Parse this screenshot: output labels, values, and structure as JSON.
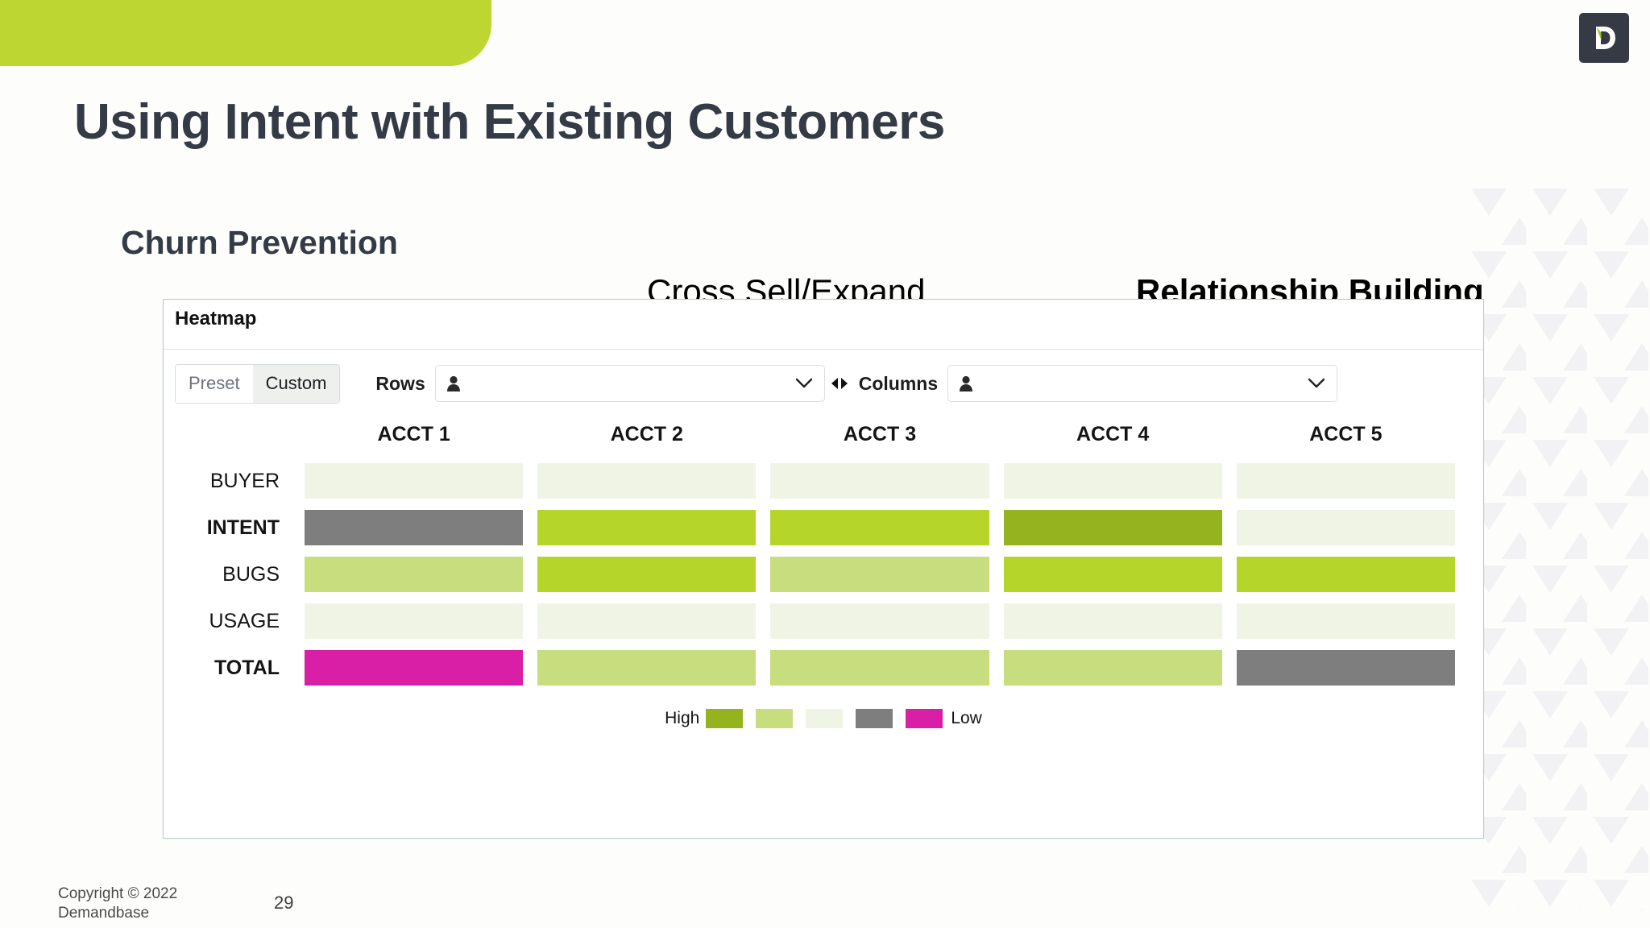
{
  "slide": {
    "title": "Using Intent with Existing Customers",
    "page_number": "29",
    "copyright": "Copyright © 2022 Demandbase",
    "brand_color": "#bdd631",
    "logo_name": "demandbase-logo"
  },
  "headings": {
    "churn": "Churn Prevention",
    "cross_sell": "Cross Sell/Expand",
    "relationship": "Relationship Building"
  },
  "panel": {
    "title": "Heatmap",
    "toggle": {
      "preset_label": "Preset",
      "custom_label": "Custom",
      "active": "Custom"
    },
    "rows_field": {
      "label": "Rows",
      "value": "",
      "icon": "person-icon"
    },
    "columns_field": {
      "label": "Columns",
      "value": "",
      "icon": "person-icon"
    },
    "swap_icon": "swap-horizontal-icon"
  },
  "chart_data": {
    "type": "heatmap",
    "title": "Heatmap",
    "xlabel": "",
    "ylabel": "",
    "categories": [
      "ACCT 1",
      "ACCT 2",
      "ACCT 3",
      "ACCT 4",
      "ACCT 5"
    ],
    "row_labels": [
      "BUYER",
      "INTENT",
      "BUGS",
      "USAGE",
      "TOTAL"
    ],
    "row_emphasis": [
      false,
      true,
      false,
      false,
      true
    ],
    "levels": {
      "high": "#95b31e",
      "mid_high": "#b5d52a",
      "mid": "#c8dd7e",
      "pale": "#f0f4e4",
      "gray": "#7e7e7e",
      "low": "#d81fa5"
    },
    "cells": [
      {
        "row": "BUYER",
        "values": [
          "pale",
          "pale",
          "pale",
          "pale",
          "pale"
        ]
      },
      {
        "row": "INTENT",
        "values": [
          "gray",
          "mid_high",
          "mid_high",
          "high",
          "pale"
        ]
      },
      {
        "row": "BUGS",
        "values": [
          "mid",
          "mid_high",
          "mid",
          "mid_high",
          "mid_high"
        ]
      },
      {
        "row": "USAGE",
        "values": [
          "pale",
          "pale",
          "pale",
          "pale",
          "pale"
        ]
      },
      {
        "row": "TOTAL",
        "values": [
          "low",
          "mid",
          "mid",
          "mid",
          "gray"
        ]
      }
    ],
    "legend": {
      "high_label": "High",
      "low_label": "Low",
      "swatches": [
        "#95b31e",
        "#c8dd7e",
        "#f0f4e4",
        "#7e7e7e",
        "#d81fa5"
      ],
      "position": "bottom-center"
    }
  }
}
